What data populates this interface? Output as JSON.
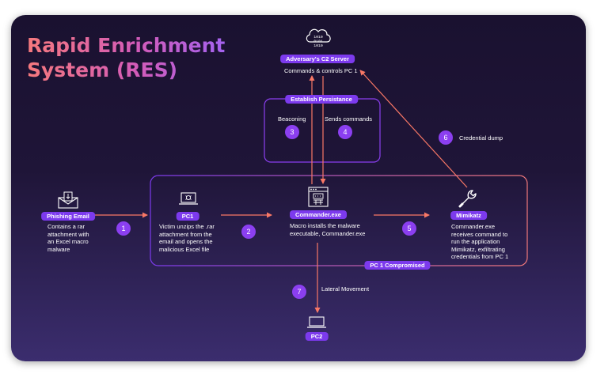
{
  "title_line1": "Rapid Enrichment",
  "title_line2": "System (RES)",
  "colors": {
    "accent": "#7c3aed",
    "arrow": "#f97866",
    "flow_line": "#e86f7c"
  },
  "server": {
    "label": "Adversary's C2 Server",
    "desc": "Commands & controls PC 1",
    "icon_text": [
      "1010",
      "0101",
      "1010"
    ]
  },
  "persistence": {
    "label": "Establish Persistance",
    "beaconing": "Beaconing",
    "sends": "Sends commands"
  },
  "phishing": {
    "label": "Phishing Email",
    "desc": "Contains a rar\nattachment with\nan Excel macro\nmalware"
  },
  "pc1": {
    "label": "PC1",
    "desc": "Victim unzips the .rar\nattachment from the\nemail and opens the\nmalicious Excel file"
  },
  "commander": {
    "label": "Commander.exe",
    "desc": "Macro installs the malware\nexecutable, Commander.exe"
  },
  "mimikatz": {
    "label": "Mimikatz",
    "desc": "Commander.exe\nreceives command to\nrun the application\nMimikatz, exfiltrating\ncredentials from PC 1"
  },
  "compromised": {
    "label": "PC 1 Compromised"
  },
  "credential_dump": "Credential dump",
  "lateral": "Lateral Movement",
  "pc2": {
    "label": "PC2"
  },
  "steps": [
    "1",
    "2",
    "3",
    "4",
    "5",
    "6",
    "7"
  ]
}
